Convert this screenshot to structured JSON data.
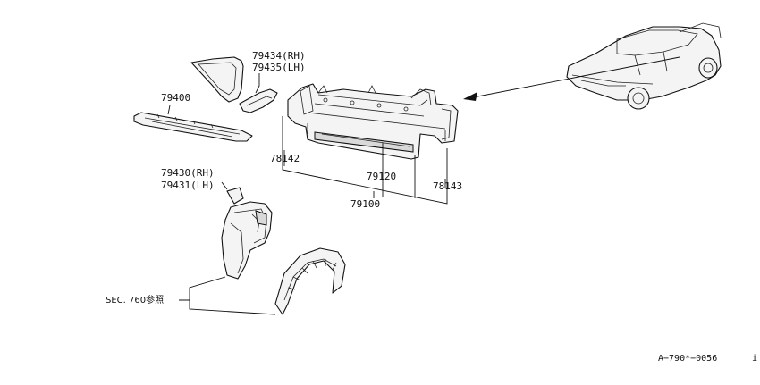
{
  "labels": {
    "p79434": "79434(RH)",
    "p79435": "79435(LH)",
    "p79400": "79400",
    "p78142": "78142",
    "p79120": "79120",
    "p78143": "78143",
    "p79100": "79100",
    "p79430": "79430(RH)",
    "p79431": "79431(LH)",
    "sec760": "SEC. 760参照",
    "figure_code": "A−790*−0056",
    "edge_mark": "i"
  },
  "colors": {
    "line": "#111111",
    "background": "#ffffff"
  }
}
